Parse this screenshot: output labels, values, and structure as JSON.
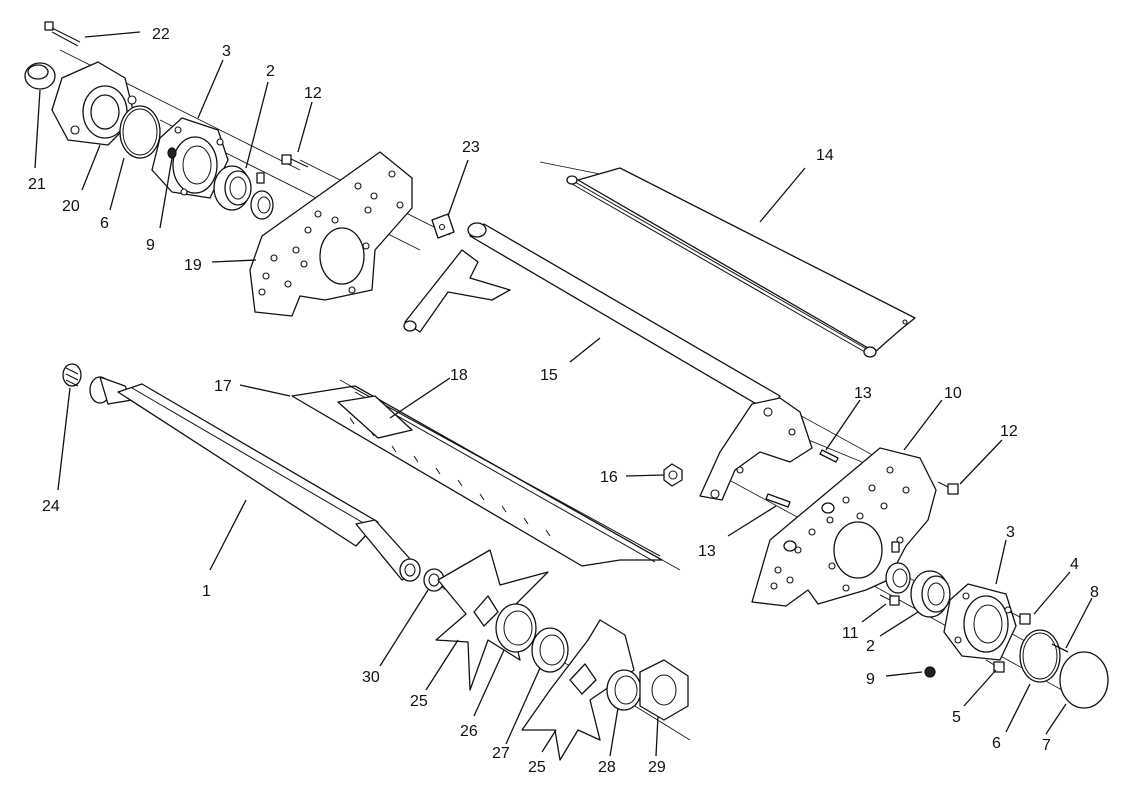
{
  "callouts": {
    "c1": "1",
    "c2_top": "2",
    "c2_right": "2",
    "c3_top": "3",
    "c3_right": "3",
    "c4": "4",
    "c5": "5",
    "c6_top": "6",
    "c6_right": "6",
    "c7": "7",
    "c8": "8",
    "c9_top": "9",
    "c9_right": "9",
    "c10": "10",
    "c11": "11",
    "c12_top": "12",
    "c12_right": "12",
    "c13_upper": "13",
    "c13_lower": "13",
    "c14": "14",
    "c15": "15",
    "c16": "16",
    "c17": "17",
    "c18": "18",
    "c19": "19",
    "c20": "20",
    "c21": "21",
    "c22": "22",
    "c23": "23",
    "c24": "24",
    "c25_left": "25",
    "c25_right": "25",
    "c26": "26",
    "c27": "27",
    "c28": "28",
    "c29": "29",
    "c30": "30"
  }
}
